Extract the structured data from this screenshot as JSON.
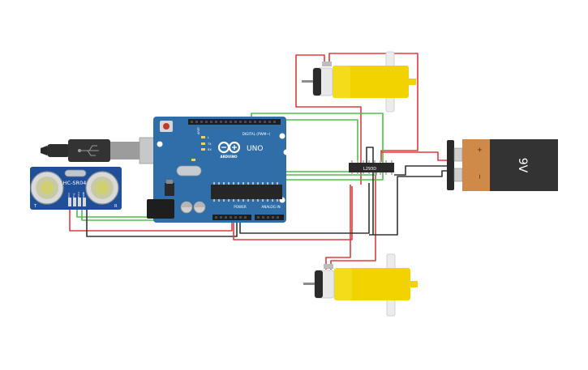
{
  "sensor": {
    "model": "HC-SR04",
    "pin_labels": [
      "VCC",
      "Trig",
      "Echo",
      "GND"
    ],
    "side_marks": [
      "T",
      "R"
    ]
  },
  "arduino": {
    "logo_text": "ARDUINO",
    "model": "UNO",
    "digital_label": "DIGITAL (PWM~)",
    "power_label": "POWER",
    "analog_label": "ANALOG IN",
    "reset_label": "IOREF",
    "aref_label": "AREF",
    "tx_label": "TX",
    "rx_label": "RX",
    "l_label": "L",
    "on_label": "ON"
  },
  "driver": {
    "label": "L293D"
  },
  "battery": {
    "label": "9V",
    "plus": "+",
    "minus": "−"
  },
  "colors": {
    "wire_red": "#e23b3b",
    "wire_green": "#4fbf4a",
    "wire_black": "#333333",
    "board_blue": "#2f6ea8",
    "motor_yellow": "#f2d300",
    "battery_orange": "#cf8a4a",
    "battery_dark": "#333333",
    "sensor_blue": "#1f4f99"
  }
}
